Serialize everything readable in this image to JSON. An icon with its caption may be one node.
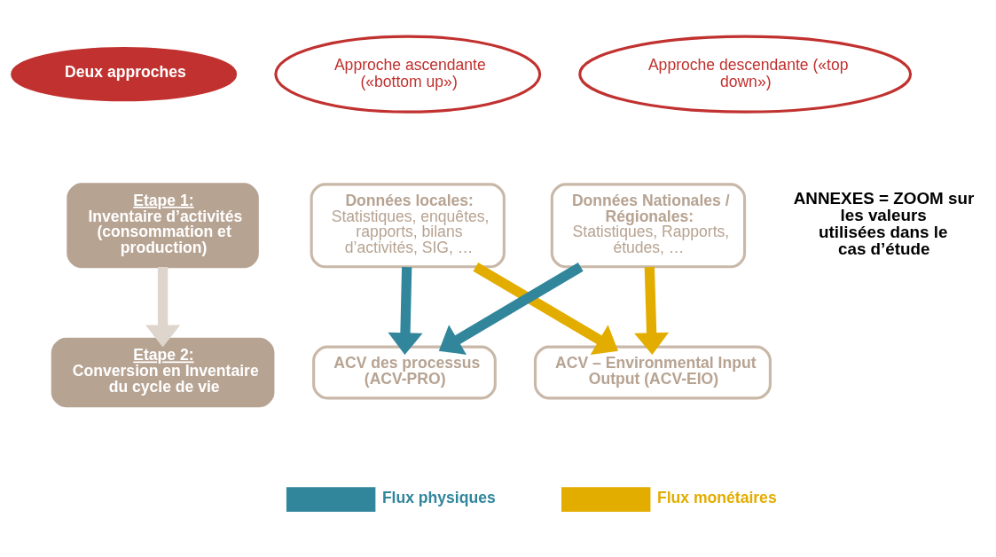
{
  "diagram": {
    "nodes": [
      {
        "text": [
          "Deux approches"
        ]
      },
      {
        "text": [
          "Approche ascendante («bottom up»)"
        ]
      },
      {
        "text": [
          "Approche descendante («top down»)"
        ]
      },
      {
        "text": [
          "Etape 1:",
          "Inventaire d’activités (consommation et production)"
        ]
      },
      {
        "text": [
          "Données locales:",
          "Statistiques, enquêtes, rapports, bilans d’activités, SIG, …"
        ]
      },
      {
        "text": [
          "Données Nationales / Régionales:",
          "Statistiques, Rapports, études, …"
        ]
      },
      {
        "text": [
          "Etape 2:",
          "Conversion en Inventaire du cycle de vie"
        ]
      },
      {
        "text": [
          "ACV des processus (ACV-PRO)"
        ]
      },
      {
        "text": [
          "ACV – Environmental Input Output (ACV-EIO)"
        ]
      }
    ],
    "edges": [
      {
        "from": 3,
        "to": 6,
        "arrow": "to",
        "color": "#ded5cc"
      },
      {
        "from": 4,
        "to": 7,
        "arrow": "to",
        "color": "#31869b"
      },
      {
        "from": 4,
        "to": 8,
        "arrow": "to",
        "color": "#e3ad00"
      },
      {
        "from": 5,
        "to": 7,
        "arrow": "to",
        "color": "#31869b"
      },
      {
        "from": 5,
        "to": 8,
        "arrow": "to",
        "color": "#e3ad00"
      }
    ],
    "labels": [
      "ANNEXES = ZOOM sur les valeurs utilisées dans le cas d’étude"
    ],
    "legend": [
      {
        "text": "Flux physiques",
        "color": "#31869b"
      },
      {
        "text": "Flux monétaires",
        "color": "#e3ad00"
      }
    ]
  }
}
